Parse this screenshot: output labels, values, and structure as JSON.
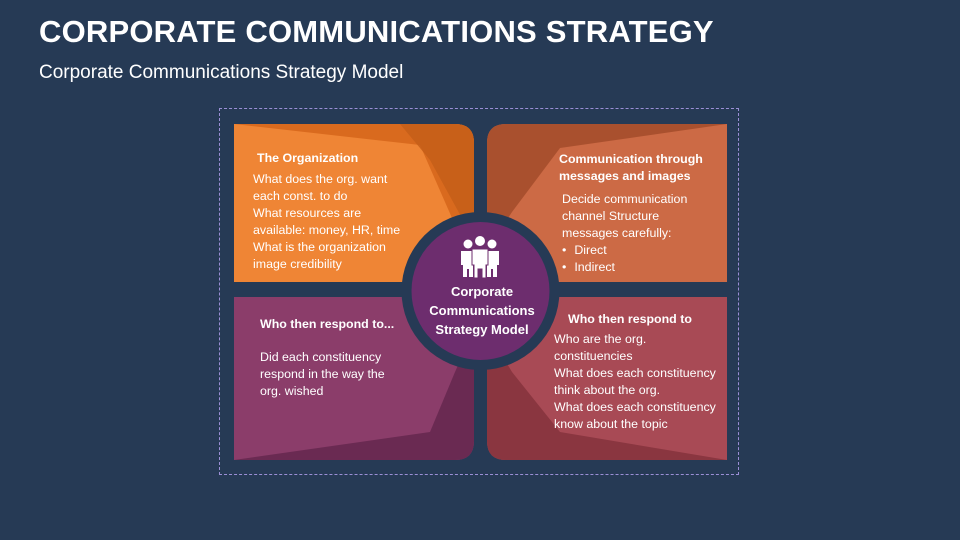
{
  "title": "CORPORATE COMMUNICATIONS STRATEGY",
  "subtitle": "Corporate Communications Strategy Model",
  "center": {
    "icon": "people-group-icon",
    "lines": [
      "Corporate",
      "Communications",
      "Strategy Model"
    ]
  },
  "quadrants": {
    "top_left": {
      "heading": "The Organization",
      "lines": [
        "What does the org. want",
        "each const. to do",
        "What resources are",
        "available: money, HR, time",
        "What is the organization",
        "image credibility"
      ]
    },
    "top_right": {
      "heading_lines": [
        "Communication through",
        "messages and images"
      ],
      "lines": [
        "Decide communication",
        "channel  Structure",
        "messages carefully:"
      ],
      "bullets": [
        "Direct",
        "Indirect"
      ]
    },
    "bottom_left": {
      "heading": "Who then respond to...",
      "lines": [
        "Did each constituency",
        "respond in the way the",
        "org. wished"
      ]
    },
    "bottom_right": {
      "heading": "Who then respond to",
      "lines": [
        "Who are the org.",
        "constituencies",
        "What does each constituency",
        "think about the org.",
        "What does each constituency",
        "know about the topic"
      ]
    }
  },
  "colors": {
    "background": "#263a55",
    "top_left": "#ef8535",
    "top_right": "#cc6a45",
    "bottom_left": "#8b3d6a",
    "bottom_right": "#a84a55",
    "center": "#6d2d6e",
    "center_ring": "#263a55"
  }
}
